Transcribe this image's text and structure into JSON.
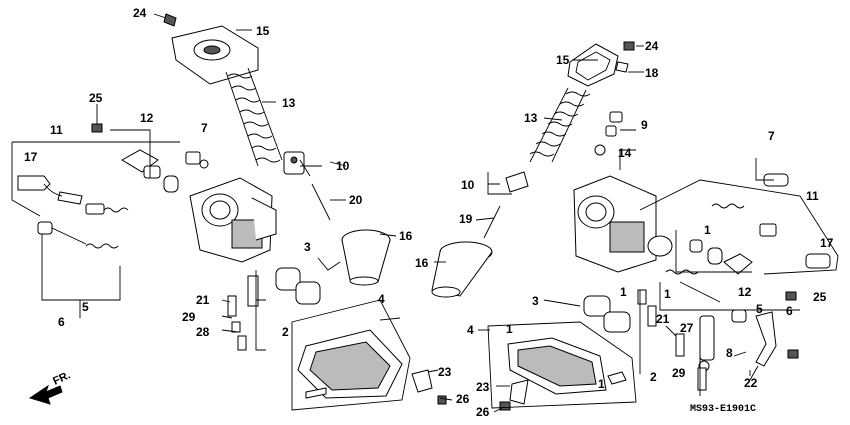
{
  "diagram_code": "MS93-E1901C",
  "direction_label": "FR.",
  "callouts": [
    {
      "id": "c24a",
      "text": "24"
    },
    {
      "id": "c15a",
      "text": "15"
    },
    {
      "id": "c13a",
      "text": "13"
    },
    {
      "id": "c25a",
      "text": "25"
    },
    {
      "id": "c12a",
      "text": "12"
    },
    {
      "id": "c7a",
      "text": "7"
    },
    {
      "id": "c11a",
      "text": "11"
    },
    {
      "id": "c17a",
      "text": "17"
    },
    {
      "id": "c10a",
      "text": "10"
    },
    {
      "id": "c20a",
      "text": "20"
    },
    {
      "id": "c16a",
      "text": "16"
    },
    {
      "id": "c3a",
      "text": "3"
    },
    {
      "id": "c5a",
      "text": "5"
    },
    {
      "id": "c6a",
      "text": "6"
    },
    {
      "id": "c21a",
      "text": "21"
    },
    {
      "id": "c29a",
      "text": "29"
    },
    {
      "id": "c28a",
      "text": "28"
    },
    {
      "id": "c2a",
      "text": "2"
    },
    {
      "id": "c4a",
      "text": "4"
    },
    {
      "id": "c23a",
      "text": "23"
    },
    {
      "id": "c26a",
      "text": "26"
    },
    {
      "id": "c15b",
      "text": "15"
    },
    {
      "id": "c24b",
      "text": "24"
    },
    {
      "id": "c18b",
      "text": "18"
    },
    {
      "id": "c13b",
      "text": "13"
    },
    {
      "id": "c9b",
      "text": "9"
    },
    {
      "id": "c14b",
      "text": "14"
    },
    {
      "id": "c10b",
      "text": "10"
    },
    {
      "id": "c19b",
      "text": "19"
    },
    {
      "id": "c16b",
      "text": "16"
    },
    {
      "id": "c7b",
      "text": "7"
    },
    {
      "id": "c11b",
      "text": "11"
    },
    {
      "id": "c1b",
      "text": "1"
    },
    {
      "id": "c17b",
      "text": "17"
    },
    {
      "id": "c12b",
      "text": "12"
    },
    {
      "id": "c25b",
      "text": "25"
    },
    {
      "id": "c3b",
      "text": "3"
    },
    {
      "id": "c1c",
      "text": "1"
    },
    {
      "id": "c1d",
      "text": "1"
    },
    {
      "id": "c5b",
      "text": "5"
    },
    {
      "id": "c6b",
      "text": "6"
    },
    {
      "id": "c4b",
      "text": "4"
    },
    {
      "id": "c1e",
      "text": "1"
    },
    {
      "id": "c21b",
      "text": "21"
    },
    {
      "id": "c27b",
      "text": "27"
    },
    {
      "id": "c29b",
      "text": "29"
    },
    {
      "id": "c8b",
      "text": "8"
    },
    {
      "id": "c2b",
      "text": "2"
    },
    {
      "id": "c22b",
      "text": "22"
    },
    {
      "id": "c23b",
      "text": "23"
    },
    {
      "id": "c1f",
      "text": "1"
    },
    {
      "id": "c26b",
      "text": "26"
    }
  ]
}
